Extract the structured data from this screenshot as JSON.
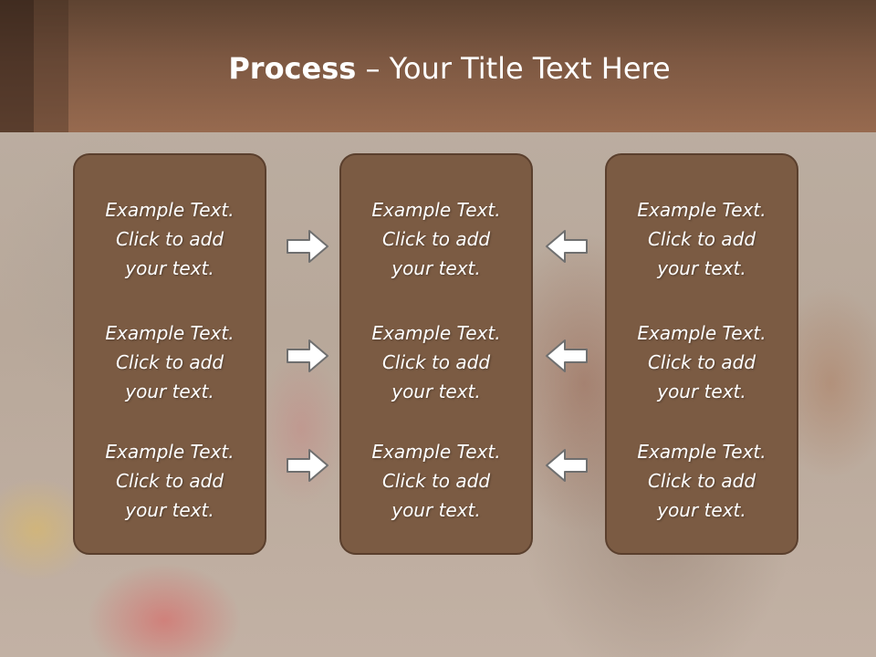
{
  "header": {
    "title_bold": "Process",
    "title_rest": " – Your Title Text Here"
  },
  "columns": [
    {
      "items": [
        [
          "Example Text.",
          "Click  to add",
          "your text."
        ],
        [
          "Example Text.",
          "Click  to add",
          "your text."
        ],
        [
          "Example Text.",
          "Click  to add",
          "your text."
        ]
      ]
    },
    {
      "items": [
        [
          "Example Text.",
          "Click  to add",
          "your text."
        ],
        [
          "Example Text.",
          "Click  to add",
          "your text."
        ],
        [
          "Example Text.",
          "Click  to add",
          "your text."
        ]
      ]
    },
    {
      "items": [
        [
          "Example Text.",
          "Click  to add",
          "your text."
        ],
        [
          "Example Text.",
          "Click  to add",
          "your text."
        ],
        [
          "Example Text.",
          "Click  to add",
          "your text."
        ]
      ]
    }
  ],
  "icons": {
    "left_arrows": "arrow-right-icon",
    "right_arrows": "arrow-left-icon"
  },
  "colors": {
    "panel_fill": "#7b5b43",
    "panel_border": "#5a3f2d",
    "header": "#7d5842",
    "arrow_fill": "#ffffff",
    "arrow_stroke": "#6f6f6f"
  }
}
